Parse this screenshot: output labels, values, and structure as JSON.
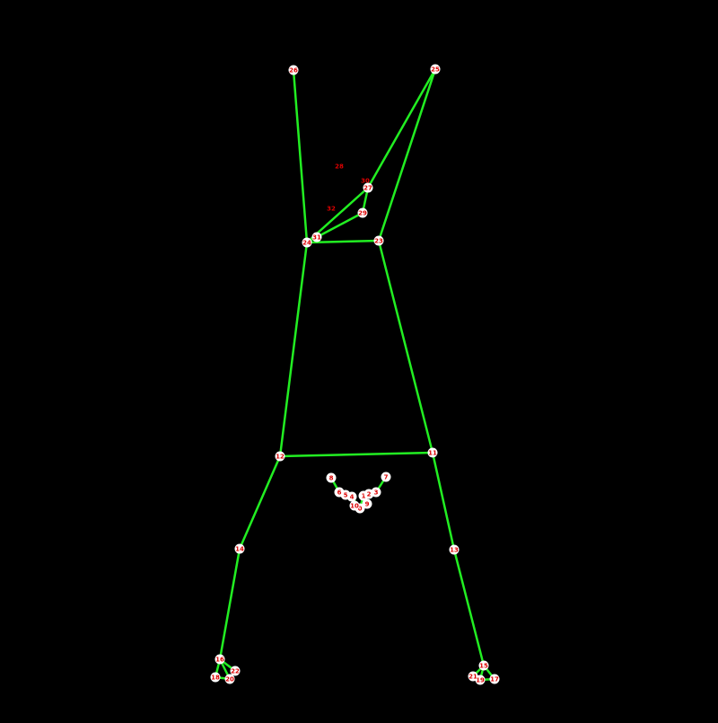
{
  "colors": {
    "background": "#000000",
    "bone": "#22ee22",
    "joint_fill": "#ffffff",
    "joint_label": "#dd0000"
  },
  "keypoints": [
    {
      "id": "0",
      "label": "0"
    },
    {
      "id": "1",
      "label": "1"
    },
    {
      "id": "2",
      "label": "2"
    },
    {
      "id": "3",
      "label": "3"
    },
    {
      "id": "4",
      "label": "4"
    },
    {
      "id": "5",
      "label": "5"
    },
    {
      "id": "6",
      "label": "6"
    },
    {
      "id": "7",
      "label": "7"
    },
    {
      "id": "8",
      "label": "8"
    },
    {
      "id": "9",
      "label": "9"
    },
    {
      "id": "10",
      "label": "10"
    },
    {
      "id": "11",
      "label": "11"
    },
    {
      "id": "12",
      "label": "12"
    },
    {
      "id": "13",
      "label": "13"
    },
    {
      "id": "14",
      "label": "14"
    },
    {
      "id": "15",
      "label": "15"
    },
    {
      "id": "16",
      "label": "16"
    },
    {
      "id": "17",
      "label": "17"
    },
    {
      "id": "18",
      "label": "18"
    },
    {
      "id": "19",
      "label": "19"
    },
    {
      "id": "20",
      "label": "20"
    },
    {
      "id": "21",
      "label": "21"
    },
    {
      "id": "22",
      "label": "22"
    },
    {
      "id": "23",
      "label": "23"
    },
    {
      "id": "24",
      "label": "24"
    },
    {
      "id": "25",
      "label": "25"
    },
    {
      "id": "26",
      "label": "26"
    },
    {
      "id": "27",
      "label": "27"
    },
    {
      "id": "28",
      "label": "28"
    },
    {
      "id": "29",
      "label": "29"
    },
    {
      "id": "30",
      "label": "30"
    },
    {
      "id": "31",
      "label": "31"
    },
    {
      "id": "32",
      "label": "32"
    }
  ],
  "connections": [
    [
      "26",
      "24"
    ],
    [
      "24",
      "23"
    ],
    [
      "23",
      "25"
    ],
    [
      "25",
      "27"
    ],
    [
      "27",
      "24"
    ],
    [
      "27",
      "29"
    ],
    [
      "29",
      "31"
    ],
    [
      "31",
      "24"
    ],
    [
      "24",
      "12"
    ],
    [
      "23",
      "11"
    ],
    [
      "12",
      "11"
    ],
    [
      "12",
      "14"
    ],
    [
      "14",
      "16"
    ],
    [
      "16",
      "18"
    ],
    [
      "16",
      "20"
    ],
    [
      "16",
      "22"
    ],
    [
      "18",
      "20"
    ],
    [
      "11",
      "13"
    ],
    [
      "13",
      "15"
    ],
    [
      "15",
      "17"
    ],
    [
      "15",
      "19"
    ],
    [
      "15",
      "21"
    ],
    [
      "17",
      "19"
    ],
    [
      "8",
      "6"
    ],
    [
      "6",
      "5"
    ],
    [
      "5",
      "4"
    ],
    [
      "4",
      "0"
    ],
    [
      "0",
      "1"
    ],
    [
      "1",
      "2"
    ],
    [
      "2",
      "3"
    ],
    [
      "3",
      "7"
    ],
    [
      "10",
      "9"
    ]
  ]
}
